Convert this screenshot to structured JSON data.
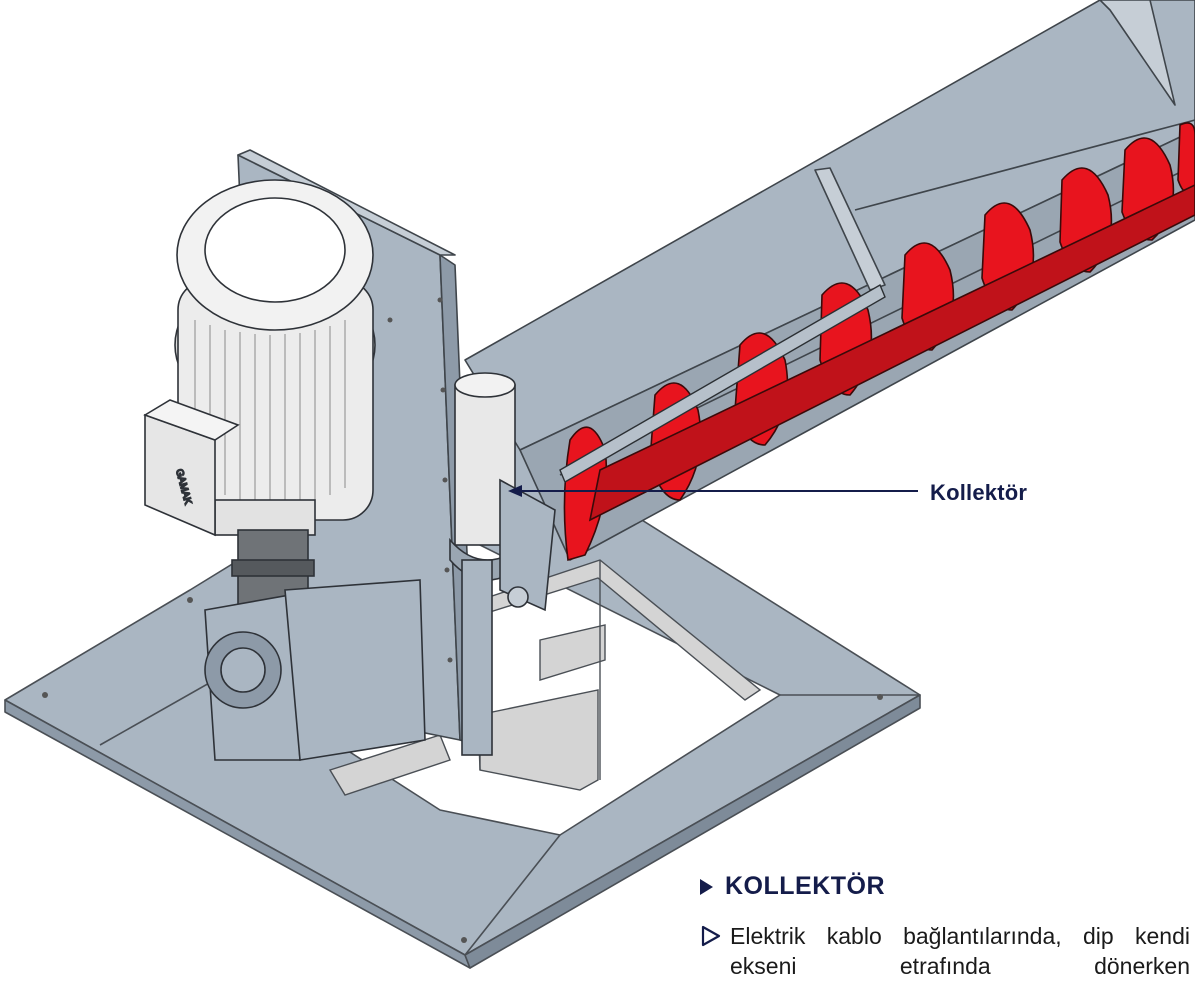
{
  "callout": {
    "label": "Kollektör"
  },
  "section": {
    "heading": "KOLLEKTÖR",
    "bullet": "Elektrik kablo bağlantılarında, dip kendi ekseni etrafında dönerken"
  },
  "motor": {
    "nameplate": "GAMAK"
  },
  "colors": {
    "steel": "#aab6c2",
    "steel_dark": "#8d9aa8",
    "spiral": "#e8141e",
    "navy": "#141c4a",
    "motor_white": "#ececec"
  },
  "icons": [
    "play-triangle-icon",
    "outline-triangle-icon"
  ]
}
